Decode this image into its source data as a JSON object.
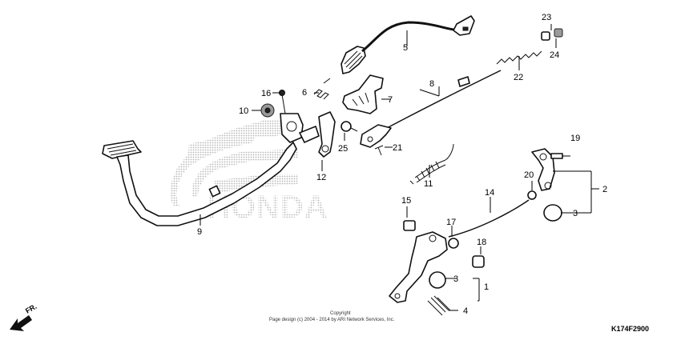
{
  "watermark": {
    "brand": "HONDA"
  },
  "footer": {
    "copyright_line1": "Copyright",
    "copyright_line2": "Page design (c) 2004 - 2014 by ARI Network Services, Inc.",
    "diagram_code": "K174F2900",
    "front_indicator": "FR."
  },
  "callouts": {
    "p1": "1",
    "p2": "2",
    "p3a": "3",
    "p3b": "3",
    "p4": "4",
    "p5": "5",
    "p6": "6",
    "p7": "7",
    "p8": "8",
    "p9": "9",
    "p10": "10",
    "p11": "11",
    "p12": "12",
    "p14": "14",
    "p15": "15",
    "p16": "16",
    "p17": "17",
    "p18": "18",
    "p19": "19",
    "p20": "20",
    "p21": "21",
    "p22": "22",
    "p23": "23",
    "p24": "24",
    "p25": "25"
  }
}
